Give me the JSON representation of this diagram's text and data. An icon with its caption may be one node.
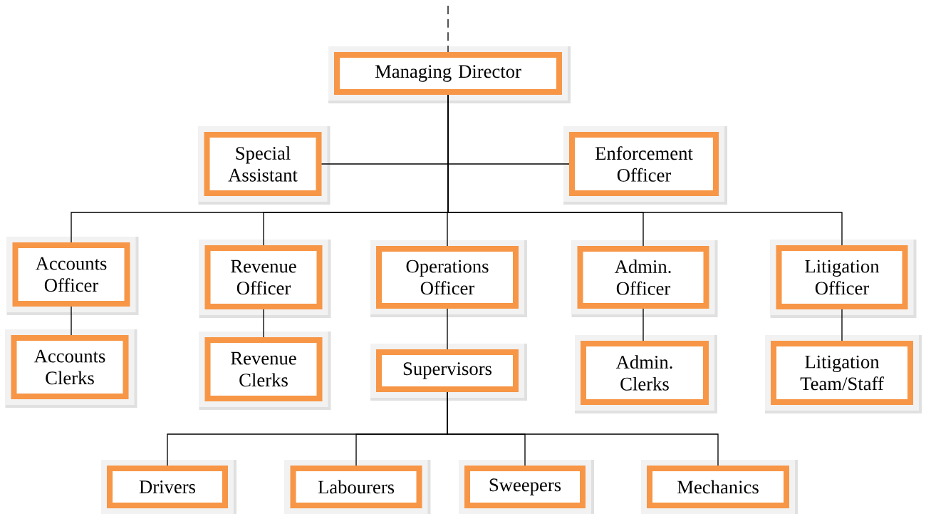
{
  "diagram": {
    "nodes": [
      {
        "text": [
          "Managing Director"
        ]
      },
      {
        "text": [
          "Special Assistant"
        ]
      },
      {
        "text": [
          "Enforcement Officer"
        ]
      },
      {
        "text": [
          "Accounts Officer"
        ]
      },
      {
        "text": [
          "Revenue Officer"
        ]
      },
      {
        "text": [
          "Operations Officer"
        ]
      },
      {
        "text": [
          "Admin. Officer"
        ]
      },
      {
        "text": [
          "Litigation Officer"
        ]
      },
      {
        "text": [
          "Accounts Clerks"
        ]
      },
      {
        "text": [
          "Revenue Clerks"
        ]
      },
      {
        "text": [
          "Supervisors"
        ]
      },
      {
        "text": [
          "Admin. Clerks"
        ]
      },
      {
        "text": [
          "Litigation Team/Staff"
        ]
      },
      {
        "text": [
          "Drivers"
        ]
      },
      {
        "text": [
          "Labourers"
        ]
      },
      {
        "text": [
          "Sweepers"
        ]
      },
      {
        "text": [
          "Mechanics"
        ]
      }
    ],
    "edges": [
      {
        "from": null,
        "to": 0,
        "arrow": "none",
        "style": "dashed"
      },
      {
        "from": 0,
        "to": 1,
        "arrow": "none"
      },
      {
        "from": 0,
        "to": 2,
        "arrow": "none"
      },
      {
        "from": 0,
        "to": 3,
        "arrow": "none"
      },
      {
        "from": 0,
        "to": 4,
        "arrow": "none"
      },
      {
        "from": 0,
        "to": 5,
        "arrow": "none"
      },
      {
        "from": 0,
        "to": 6,
        "arrow": "none"
      },
      {
        "from": 0,
        "to": 7,
        "arrow": "none"
      },
      {
        "from": 3,
        "to": 8,
        "arrow": "none"
      },
      {
        "from": 4,
        "to": 9,
        "arrow": "none"
      },
      {
        "from": 5,
        "to": 10,
        "arrow": "none"
      },
      {
        "from": 6,
        "to": 11,
        "arrow": "none"
      },
      {
        "from": 7,
        "to": 12,
        "arrow": "none"
      },
      {
        "from": 10,
        "to": 13,
        "arrow": "none"
      },
      {
        "from": 10,
        "to": 14,
        "arrow": "none"
      },
      {
        "from": 10,
        "to": 15,
        "arrow": "none"
      },
      {
        "from": 10,
        "to": 16,
        "arrow": "none"
      }
    ]
  }
}
